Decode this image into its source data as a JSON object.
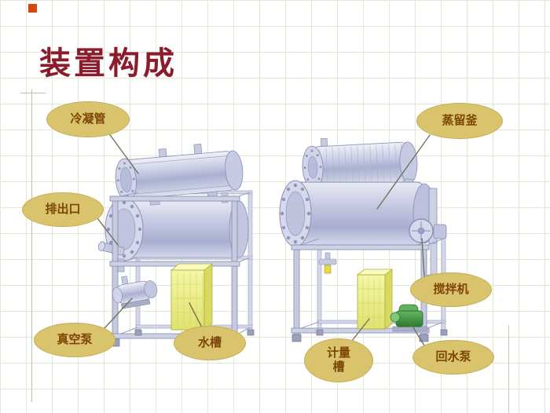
{
  "slide": {
    "title": "装置构成"
  },
  "callouts": [
    {
      "id": "condenser-tube",
      "label": "冷凝管"
    },
    {
      "id": "discharge-outlet",
      "label": "排出口"
    },
    {
      "id": "vacuum-pump",
      "label": "真空泵"
    },
    {
      "id": "water-tank",
      "label": "水槽"
    },
    {
      "id": "distillation-kettle",
      "label": "蒸留釜"
    },
    {
      "id": "stirrer",
      "label": "搅拌机"
    },
    {
      "id": "metering-tank",
      "label": "计量\n槽"
    },
    {
      "id": "return-pump",
      "label": "回水泵"
    }
  ],
  "colors": {
    "title_text": "#8b1c2c",
    "callout_fill": "#d9c36d",
    "callout_text": "#7d4505",
    "accent_square": "#d4470f",
    "machine_body": "#c2c6e0",
    "tank_yellow": "#e9ec82",
    "pump_green": "#4aa04a"
  }
}
